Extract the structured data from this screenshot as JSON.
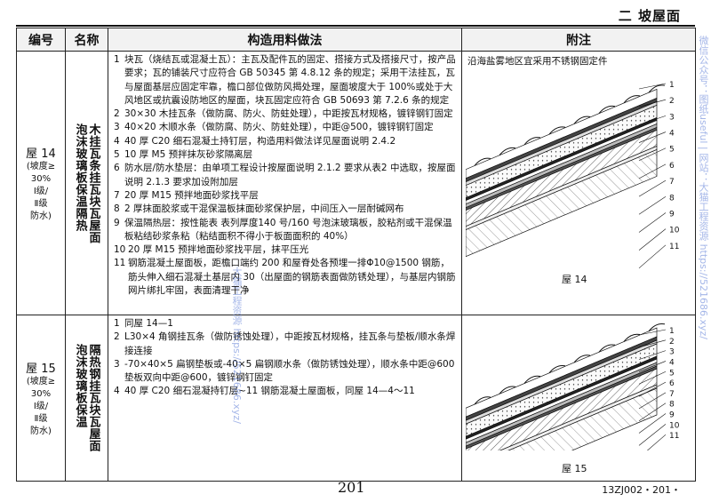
{
  "header": {
    "section": "二  坡屋面"
  },
  "table": {
    "col_code": "编号",
    "col_name": "名称",
    "col_method": "构造用料做法",
    "col_note": "附注"
  },
  "roof14": {
    "code": "屋 14",
    "code_sub": [
      "(坡度≥",
      "30%",
      "Ⅰ级/",
      "Ⅱ级",
      "防水)"
    ],
    "name": [
      "木挂瓦条挂瓦块瓦屋面",
      "泡沫玻璃板保温隔热"
    ],
    "steps": [
      {
        "n": "1",
        "t": "块瓦（烧结瓦或混凝土瓦）：主瓦及配件瓦的固定、搭接方式及搭接尺寸，按产品要求；瓦的铺装尺寸应符合 GB 50345 第 4.8.12 条的规定；采用干法挂瓦，瓦与屋面基层应固定牢靠，檐口部位做防风揭处理，屋面坡度大于 100%或处于大风地区或抗震设防地区的屋面，块瓦固定应符合 GB 50693 第 7.2.6 条的规定"
      },
      {
        "n": "2",
        "t": "30×30 木挂瓦条（做防腐、防火、防蛀处理），中距按瓦材规格，镀锌钢钉固定"
      },
      {
        "n": "3",
        "t": "40×20 木顺水条（做防腐、防火、防蛀处理），中距@500，镀锌钢钉固定"
      },
      {
        "n": "4",
        "t": "40 厚 C20 细石混凝土持钉层，构造用料做法详见屋面说明 2.4.2"
      },
      {
        "n": "5",
        "t": "10 厚 M5 预拌抹灰砂浆隔离层"
      },
      {
        "n": "6",
        "t": "防水层/防水垫层：由单项工程设计按屋面说明 2.1.2 要求从表2 中选取，按屋面说明 2.1.3 要求加设附加层"
      },
      {
        "n": "7",
        "t": "20 厚 M15 预拌地面砂浆找平层"
      },
      {
        "n": "8",
        "t": "2 厚抹面胶浆或干混保温板抹面砂浆保护层，中间压入一层耐碱网布"
      },
      {
        "n": "9",
        "t": "保温隔热层：按性能表 表列厚度140 号/160 号泡沫玻璃板，胶粘剂或干混保温板粘结砂浆条粘（粘结面积不得小于板面面积的 40%）"
      },
      {
        "n": "10",
        "t": "20 厚 M15 预拌地面砂浆找平层，抹平压光"
      },
      {
        "n": "11",
        "t": "钢筋混凝土屋面板，距檐口端约 200 和屋脊处各预埋一排Φ10@1500 钢筋，筋头伸入细石混凝土基层内 30（出屋面的钢筋表面做防锈处理），与基层内钢筋网片绑扎牢固，表面清理干净"
      }
    ],
    "note_text": "沿海盐雾地区宜采用不锈钢固定件",
    "figure_label": "屋 14",
    "callouts": [
      "1",
      "2",
      "3",
      "4",
      "5",
      "6",
      "7",
      "8",
      "9",
      "10",
      "11"
    ]
  },
  "roof15": {
    "code": "屋 15",
    "code_sub": [
      "(坡度≥",
      "30%",
      "Ⅰ级/",
      "Ⅱ级",
      "防水)"
    ],
    "name": [
      "隔热钢挂瓦块瓦屋面",
      "泡沫玻璃板保温"
    ],
    "steps": [
      {
        "n": "1",
        "t": "同屋 14—1"
      },
      {
        "n": "2",
        "t": "L30×4 角钢挂瓦条（做防锈蚀处理），中距按瓦材规格，挂瓦条与垫板/顺水条焊接连接"
      },
      {
        "n": "3",
        "t": "-70×40×5 扁钢垫板或-40×5 扁钢顺水条（做防锈蚀处理），顺水条中距@600 垫板双向中距@600，镀锌钢钉固定"
      },
      {
        "n": "4",
        "t": "40 厚 C20 细石混凝持钉层~11 钢筋混凝土屋面板，同屋 14—4～11"
      }
    ],
    "figure_label": "屋 15",
    "callouts": [
      "1",
      "2",
      "3",
      "4",
      "5",
      "6",
      "7",
      "8",
      "9",
      "10",
      "11"
    ]
  },
  "footer": {
    "page": "201",
    "code": "13ZJ002・201・"
  },
  "watermarks": {
    "right": "微信公众号：图纸useful | 网站：大猫工程资源 https://521686.xyz/",
    "middle": "大猫工程资源 https://521686.xyz/"
  }
}
